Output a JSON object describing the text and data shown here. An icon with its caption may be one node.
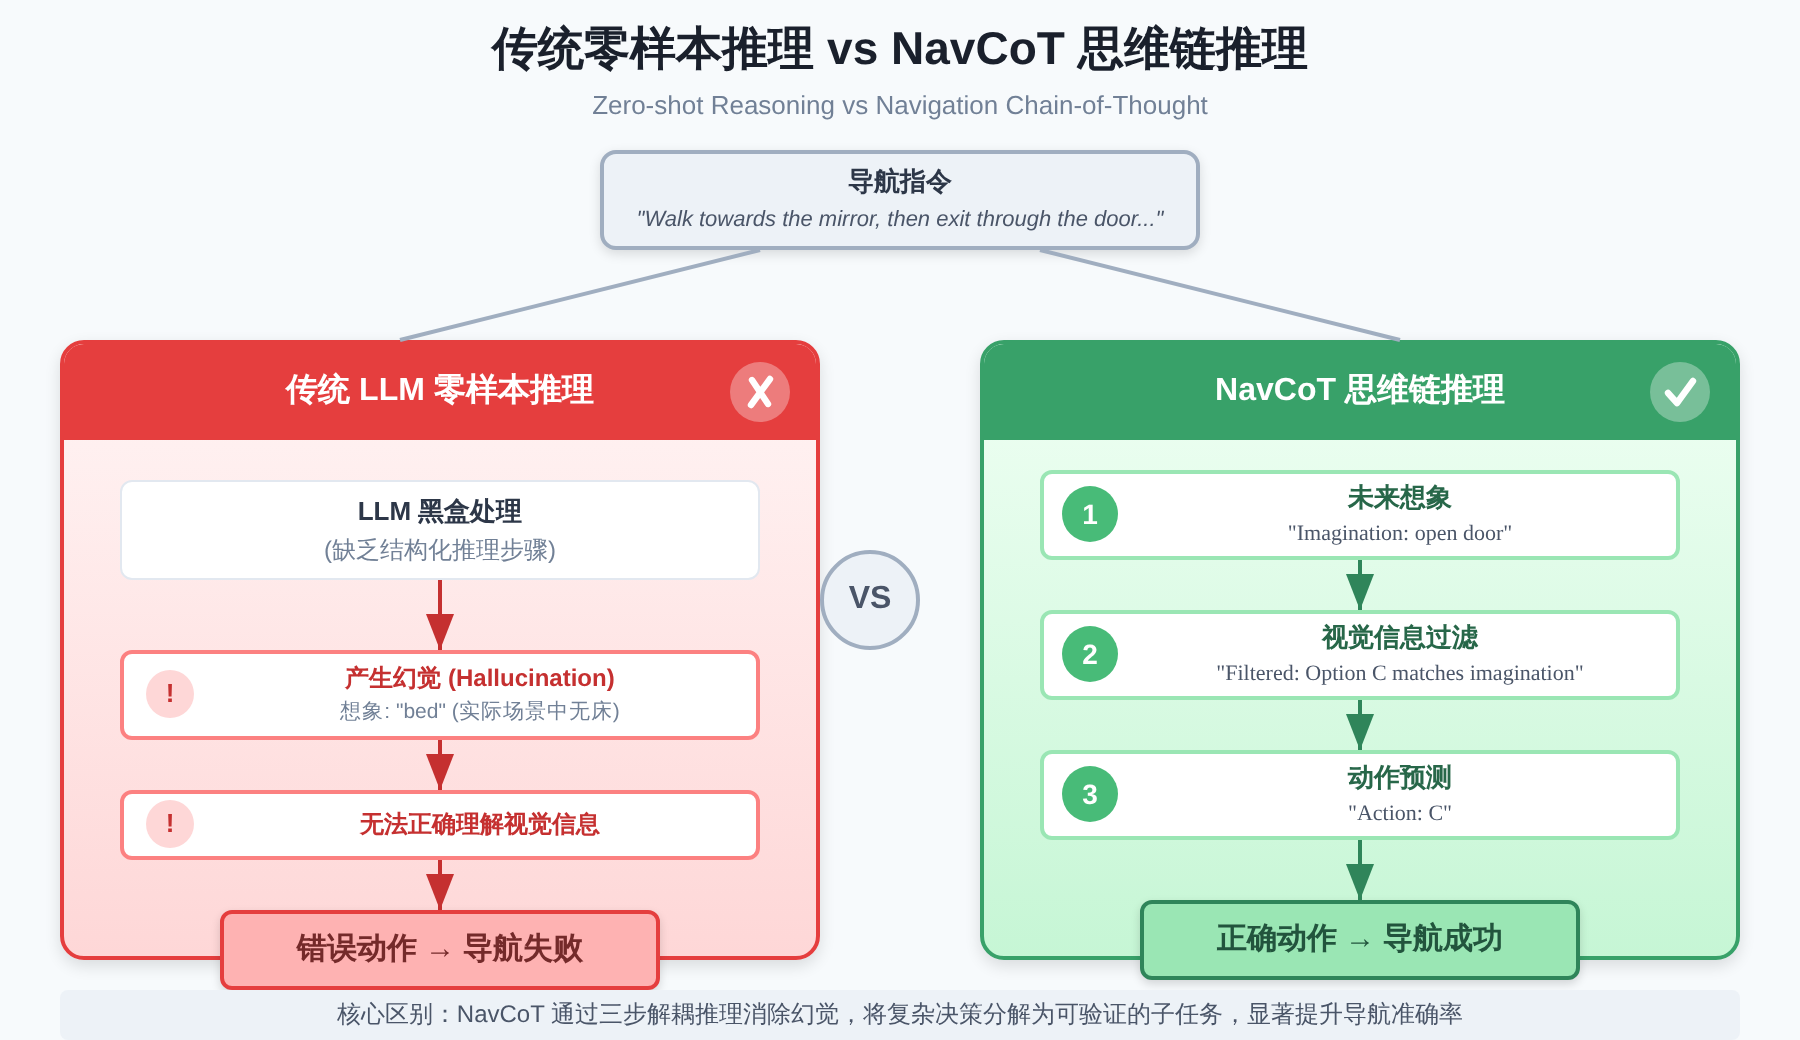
{
  "diagram": {
    "title": "传统零样本推理 vs NavCoT 思维链推理",
    "nodes": [
      {
        "text": [
          "导航指令",
          "\"Walk towards the mirror, then exit through the door...\""
        ]
      },
      {
        "text": [
          "传统 LLM 零样本推理"
        ]
      },
      {
        "text": [
          "LLM 黑盒处理",
          "(缺乏结构化推理步骤)"
        ],
        "in": 1
      },
      {
        "text": [
          "产生幻觉 (Hallucination)",
          "想象: \"bed\" (实际场景中无床)"
        ],
        "in": 1
      },
      {
        "text": [
          "!"
        ],
        "in": 3
      },
      {
        "text": [
          "无法正确理解视觉信息"
        ],
        "in": 1
      },
      {
        "text": [
          "!"
        ],
        "in": 5
      },
      {
        "text": [
          "错误动作 → 导航失败"
        ]
      },
      {
        "text": [
          "VS"
        ]
      },
      {
        "text": [
          "NavCoT 思维链推理"
        ]
      },
      {
        "text": [
          "未来想象",
          "\"Imagination: open door\""
        ],
        "in": 9
      },
      {
        "text": [
          "1"
        ],
        "in": 10
      },
      {
        "text": [
          "视觉信息过滤",
          "\"Filtered: Option C matches imagination\""
        ],
        "in": 9
      },
      {
        "text": [
          "2"
        ],
        "in": 12
      },
      {
        "text": [
          "动作预测",
          "\"Action: C\""
        ],
        "in": 9
      },
      {
        "text": [
          "3"
        ],
        "in": 14
      },
      {
        "text": [
          "正确动作 → 导航成功"
        ]
      },
      {
        "text": [
          "核心区别：NavCoT 通过三步解耦推理消除幻觉，将复杂决策分解为可验证的子任务，显著提升导航准确率"
        ]
      }
    ],
    "edges": [
      {
        "from": 0,
        "to": 1,
        "arrow": "none",
        "color": "#a0aec0"
      },
      {
        "from": 0,
        "to": 9,
        "arrow": "none",
        "color": "#a0aec0"
      },
      {
        "from": 2,
        "to": 3,
        "arrow": "to",
        "color": "#c53030"
      },
      {
        "from": 3,
        "to": 5,
        "arrow": "to",
        "color": "#c53030"
      },
      {
        "from": 5,
        "to": 7,
        "arrow": "to",
        "color": "#c53030"
      },
      {
        "from": 10,
        "to": 12,
        "arrow": "to",
        "color": "#2f855a"
      },
      {
        "from": 12,
        "to": 14,
        "arrow": "to",
        "color": "#2f855a"
      },
      {
        "from": 14,
        "to": 16,
        "arrow": "to",
        "color": "#2f855a"
      }
    ],
    "labels": [
      "Zero-shot Reasoning vs Navigation Chain-of-Thought"
    ]
  }
}
